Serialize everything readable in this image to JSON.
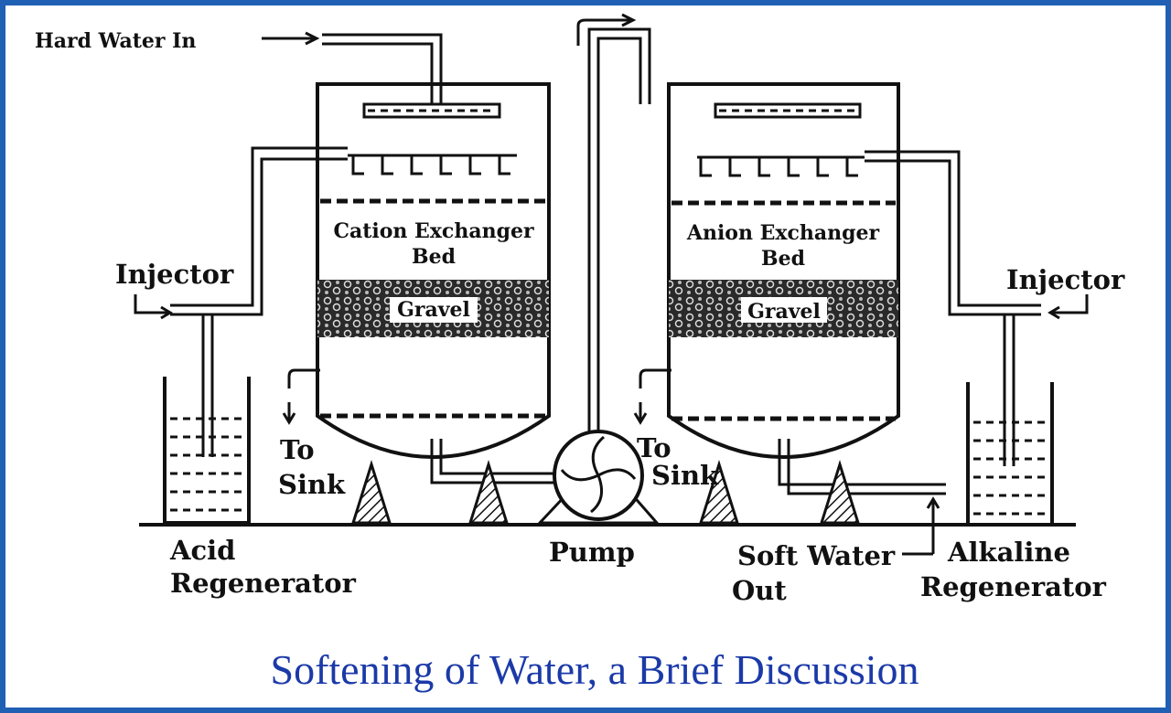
{
  "labels": {
    "hard_water_in": "Hard Water In",
    "injector_left": "Injector",
    "injector_right": "Injector",
    "cation_line1": "Cation Exchanger",
    "cation_line2": "Bed",
    "anion_line1": "Anion Exchanger",
    "anion_line2": "Bed",
    "gravel_left": "Gravel",
    "gravel_right": "Gravel",
    "to_sink_left_1": "To",
    "to_sink_left_2": "Sink",
    "to_sink_right_1": "To",
    "to_sink_right_2": "Sink",
    "acid_1": "Acid",
    "acid_2": "Regenerator",
    "pump": "Pump",
    "soft_water_1": "Soft Water",
    "soft_water_2": "Out",
    "alkaline_1": "Alkaline",
    "alkaline_2": "Regenerator"
  },
  "caption": "Softening of Water, a Brief Discussion",
  "colors": {
    "border": "#1f5fb4",
    "caption": "#1b3aa8",
    "ink": "#111111"
  }
}
